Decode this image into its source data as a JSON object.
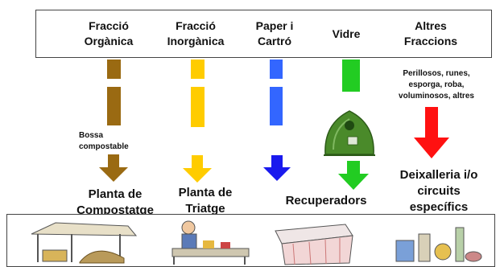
{
  "header": {
    "columns": [
      {
        "label": "Fracció\nOrgànica"
      },
      {
        "label": "Fracció\nInorgànica"
      },
      {
        "label": "Paper i\nCartró"
      },
      {
        "label": "Vidre"
      },
      {
        "label": "Altres\nFraccions"
      }
    ]
  },
  "notes": {
    "organic": "Bossa\ncompostable",
    "others": "Perillosos, runes,\nesporga, roba,\nvoluminosos, altres"
  },
  "destinations": {
    "organic": "Planta de\nCompostatge",
    "inorganic": "Planta de\nTriatge",
    "glass": "Recuperadors",
    "others": "Deixalleria i/o\ncircuits\nespecífics"
  },
  "colors": {
    "organic": "#9a6a12",
    "inorganic": "#ffcc00",
    "paper": "#3366ff",
    "paper_arrow": "#1a1aee",
    "glass": "#22cc22",
    "others": "#ff1111",
    "container": "#4a8a2a"
  },
  "icons": [
    "compost-plant-illustration",
    "sorting-worker-illustration",
    "container-illustration",
    "waste-items-illustration"
  ]
}
